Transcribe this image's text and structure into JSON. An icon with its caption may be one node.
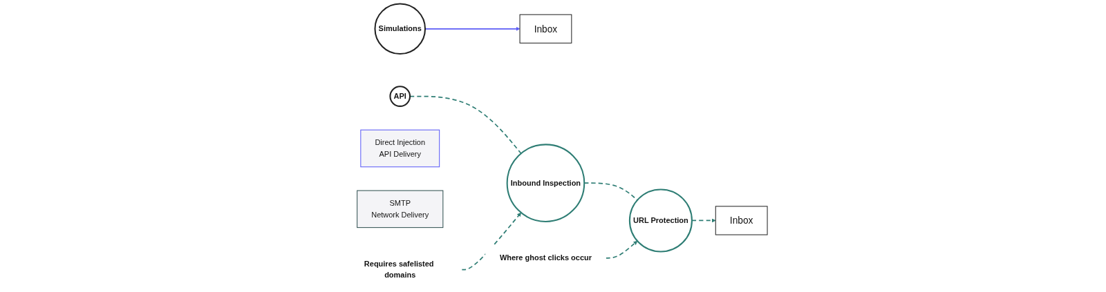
{
  "diagram": {
    "nodes": [
      {
        "text": [
          "Simulations"
        ]
      },
      {
        "text": [
          "API"
        ]
      },
      {
        "text": [
          "Direct Injection",
          "API Delivery"
        ]
      },
      {
        "text": [
          "SMTP",
          "Network Delivery"
        ]
      },
      {
        "text": [
          "Inbox"
        ]
      },
      {
        "text": [
          "Inbound Inspection"
        ]
      },
      {
        "text": [
          "URL Protection"
        ]
      },
      {
        "text": [
          "Inbox"
        ]
      },
      {
        "text": [
          "Requires safelisted domains"
        ]
      },
      {
        "text": [
          "Where ghost clicks occur"
        ]
      }
    ],
    "edges": [
      {
        "from": 0,
        "to": 4,
        "arrow": "to",
        "color": "#5b5bf6"
      },
      {
        "from": 1,
        "to": 5,
        "arrow": "none",
        "style": "dashed"
      },
      {
        "from": 5,
        "to": 6,
        "arrow": "none",
        "style": "dashed"
      },
      {
        "from": 6,
        "to": 7,
        "arrow": "to",
        "style": "dashed"
      },
      {
        "from": 8,
        "to": 5,
        "arrow": "to",
        "style": "dashed"
      },
      {
        "from": 9,
        "to": 6,
        "arrow": "to",
        "style": "dashed"
      }
    ]
  }
}
